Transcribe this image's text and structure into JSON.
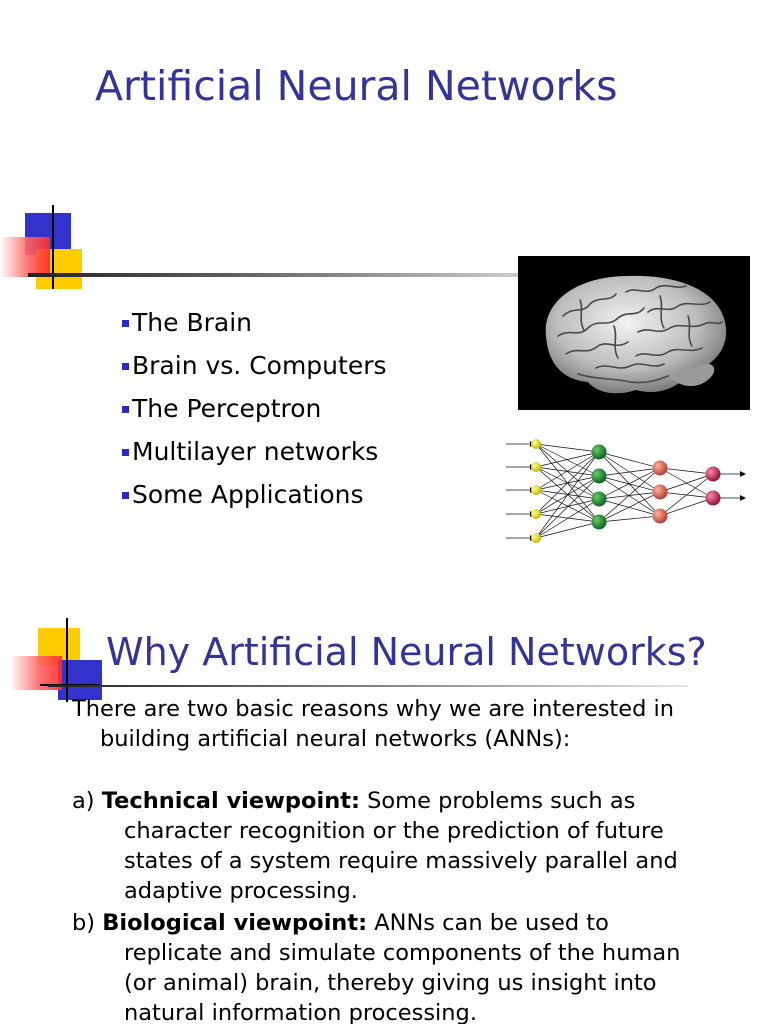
{
  "slide1": {
    "title": "Artificial Neural Networks",
    "bullets": [
      "The Brain",
      "Brain vs. Computers",
      "The Perceptron",
      "Multilayer networks",
      "Some Applications"
    ],
    "colors": {
      "title": "#333399",
      "bullet": "#2a2abf",
      "deco_blue": "#3333cc",
      "deco_yellow": "#ffcc00",
      "deco_red": "#ff3333"
    },
    "images": [
      "brain-photo",
      "neural-network-diagram"
    ]
  },
  "slide2": {
    "title": "Why Artificial Neural Networks?",
    "intro_line1": "There are two basic reasons why we are interested in",
    "intro_line2": "building artificial neural networks (ANNs):",
    "item_a": {
      "marker": "a)",
      "heading": "Technical viewpoint:",
      "line1": " Some problems such as",
      "line2": "character recognition or the prediction of future",
      "line3": "states of a system require massively parallel and",
      "line4": "adaptive processing."
    },
    "item_b": {
      "marker": "b)",
      "heading": "Biological viewpoint:",
      "line1": " ANNs can be used to",
      "line2": "replicate and simulate components of the human",
      "line3": "(or animal) brain, thereby giving us insight into",
      "line4": "natural information processing."
    }
  }
}
